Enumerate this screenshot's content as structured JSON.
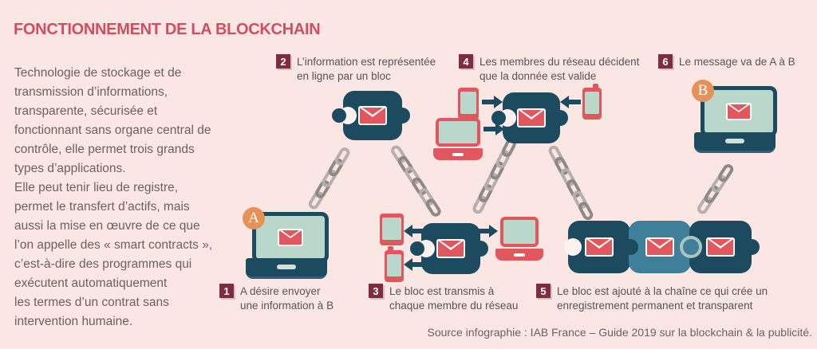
{
  "title": "FONCTIONNEMENT DE LA BLOCKCHAIN",
  "intro": "Technologie de stockage et de\ntransmission d’informations,\ntransparente, sécurisée et\nfonctionnant sans organe central de\ncontrôle, elle permet trois grands\ntypes d’applications.\nElle peut tenir lieu de registre,\npermet le transfert d’actifs, mais\naussi la mise en œuvre de ce que\nl’on appelle des « smart contracts »,\nc’est-à-dire des programmes qui\nexécutent automatiquement\nles termes d’un contrat sans\nintervention humaine.",
  "steps": [
    {
      "num": "1",
      "text": "A désire envoyer\nune information à B"
    },
    {
      "num": "2",
      "text": "L’information est représentée\nen ligne par un bloc"
    },
    {
      "num": "3",
      "text": "Le bloc est transmis à\nchaque membre du réseau"
    },
    {
      "num": "4",
      "text": "Les membres du réseau décident\nque la donnée est valide"
    },
    {
      "num": "5",
      "text": "Le bloc est ajouté à la chaîne ce qui crée un\nenregistrement permanent et transparent"
    },
    {
      "num": "6",
      "text": "Le message va de A à B"
    }
  ],
  "nodes": {
    "sender_label": "A",
    "receiver_label": "B"
  },
  "source": "Source infographie : IAB France – Guide 2019 sur la blockchain & la publicité.",
  "icons": [
    "envelope-icon",
    "chain",
    "laptop-icon",
    "smartphone-icon",
    "tablet-icon",
    "arrow-icon",
    "puzzle-block"
  ],
  "colors": {
    "background": "#fae7e4",
    "title": "#d04e61",
    "body_text": "#6e5f61",
    "step_badge": "#7d2d40",
    "block_dark": "#1c4a5e",
    "block_mid": "#3e7f9a",
    "red_accent": "#e2565e",
    "screen_sage": "#bad7cb",
    "node_badge_orange": "#e69157",
    "chain_light": "#b7afae",
    "chain_dark": "#8f8887"
  }
}
